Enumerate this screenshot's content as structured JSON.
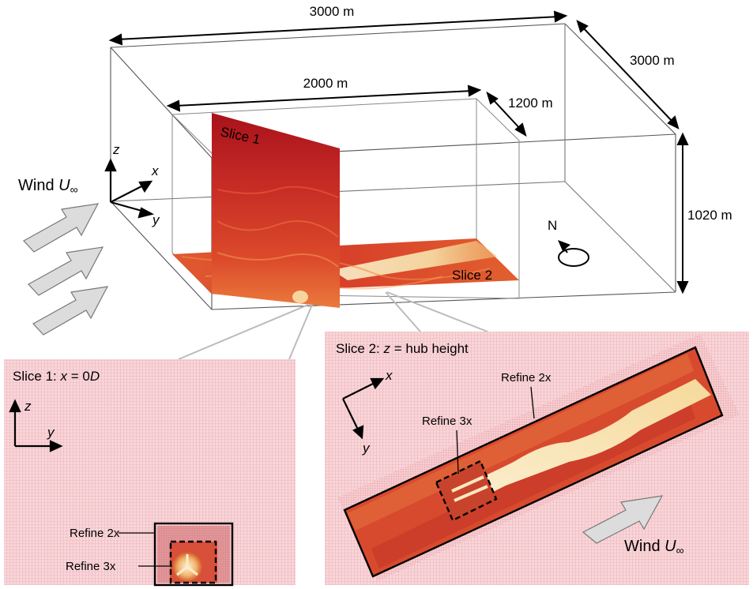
{
  "domain_dims": {
    "length": "3000 m",
    "width": "3000 m",
    "height": "1020 m",
    "inner_length": "2000 m",
    "inner_width": "1200 m"
  },
  "slices": {
    "slice1_tag": "Slice 1",
    "slice2_tag": "Slice 2"
  },
  "axes": {
    "x": "x",
    "y": "y",
    "z": "z"
  },
  "north": "N",
  "wind": {
    "prefix": "Wind ",
    "symbol": "U",
    "subscript": "∞"
  },
  "panel1": {
    "title_prefix": "Slice 1: ",
    "title_var": "x",
    "title_mid": " = 0",
    "title_unit": "D",
    "refine2": "Refine 2x",
    "refine3": "Refine 3x"
  },
  "panel2": {
    "title_prefix": "Slice 2: ",
    "title_var": "z",
    "title_suffix": " = hub height",
    "refine2": "Refine 2x",
    "refine3": "Refine 3x"
  },
  "colors": {
    "flow_dark": "#b3161e",
    "flow_mid": "#d9452a",
    "flow_light": "#f3a35b",
    "wake": "#f8e8b4",
    "mesh_bg": "#f7d3d6",
    "mesh_line": "#e58a97",
    "arrow_fill": "#dcdcdc",
    "arrow_stroke": "#777777"
  }
}
